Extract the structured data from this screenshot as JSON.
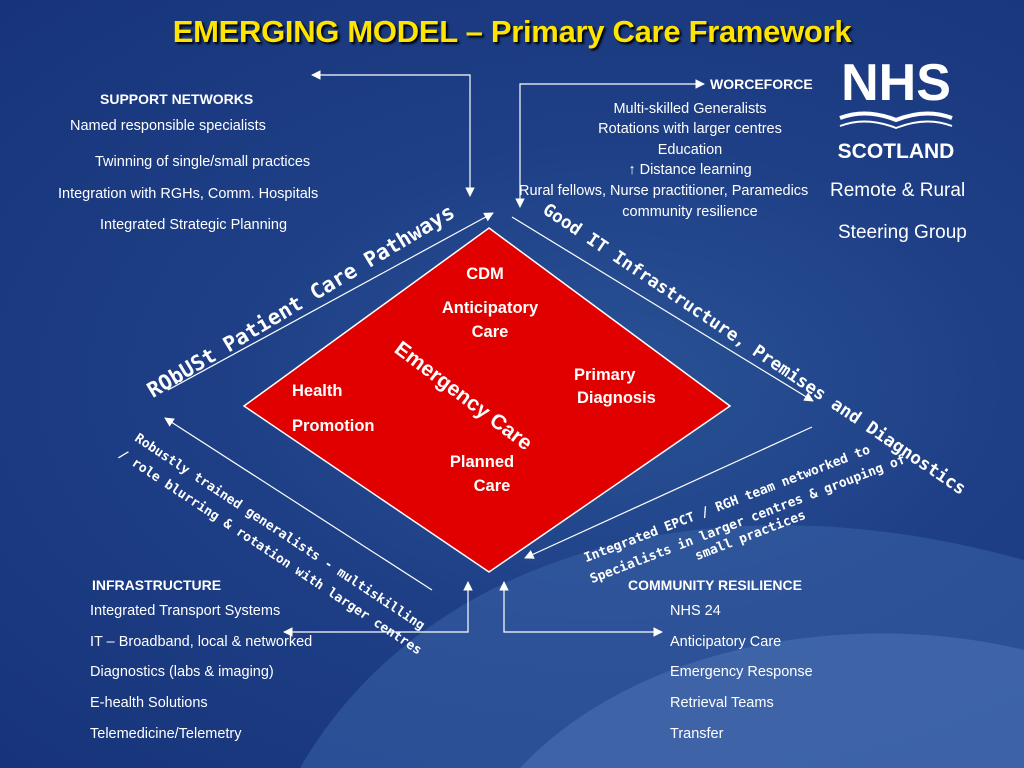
{
  "title": "EMERGING MODEL – Primary Care Framework",
  "colors": {
    "title": "#ffe400",
    "diamond": "#e00000",
    "background": "#1e3f86"
  },
  "logo": {
    "nhs": "NHS",
    "scotland": "SCOTLAND"
  },
  "group": {
    "line1": "Remote & Rural",
    "line2": "Steering Group"
  },
  "support_networks": {
    "heading": "SUPPORT NETWORKS",
    "items": [
      "Named responsible specialists",
      "Twinning of single/small practices",
      "Integration with RGHs, Comm. Hospitals",
      "Integrated Strategic Planning"
    ]
  },
  "workforce": {
    "heading": "WORCEFORCE",
    "items": [
      "Multi-skilled Generalists",
      "Rotations with larger centres",
      "Education",
      "↑ Distance learning",
      "Rural fellows, Nurse practitioner, Paramedics",
      "community resilience"
    ]
  },
  "infrastructure": {
    "heading": "INFRASTRUCTURE",
    "items": [
      "Integrated Transport Systems",
      "IT – Broadband, local & networked",
      "Diagnostics (labs & imaging)",
      "E-health Solutions",
      "Telemedicine/Telemetry"
    ]
  },
  "community_resilience": {
    "heading": "COMMUNITY RESILIENCE",
    "items": [
      "NHS 24",
      "Anticipatory Care",
      "Emergency Response",
      "Retrieval Teams",
      "Transfer"
    ]
  },
  "diamond": {
    "cdm": "CDM",
    "anticipatory_1": "Anticipatory",
    "anticipatory_2": "Care",
    "primary_1": "Primary",
    "primary_2": "Diagnosis",
    "health_1": "Health",
    "health_2": "Promotion",
    "planned_1": "Planned",
    "planned_2": "Care",
    "emergency": "Emergency Care"
  },
  "edge_labels": {
    "top_left": "RObUSt Patient Care Pathways",
    "top_right": "Good IT Infrastructure, Premises and Diagnostics",
    "bottom_left_1": "Robustly trained generalists - multiskilling",
    "bottom_left_2": "/ role blurring & rotation with larger centres",
    "bottom_right_1": "Integrated EPCT / RGH team networked to",
    "bottom_right_2": "Specialists in larger centres & grouping of",
    "bottom_right_3": "small practices"
  }
}
